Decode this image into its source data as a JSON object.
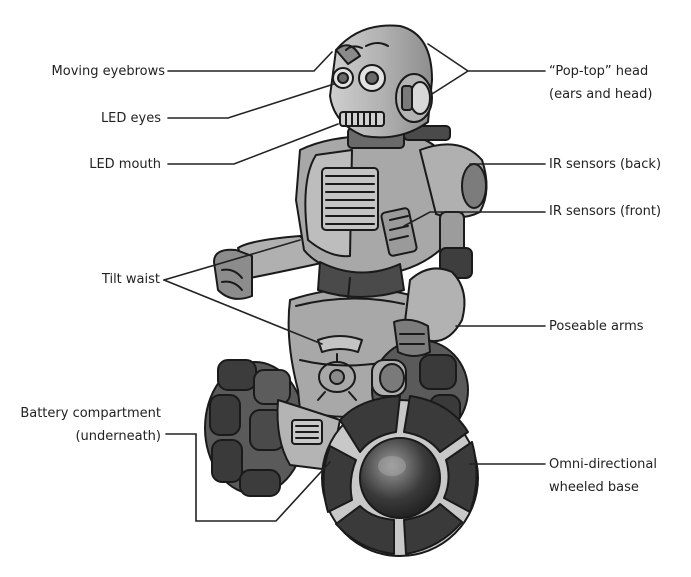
{
  "labels": {
    "moving_eyebrows": "Moving eyebrows",
    "led_eyes": "LED eyes",
    "led_mouth": "LED mouth",
    "tilt_waist": "Tilt waist",
    "battery_line1": "Battery compartment",
    "battery_line2": "(underneath)",
    "pop_top_line1": "“Pop-top” head",
    "pop_top_line2": "(ears and head)",
    "ir_back": "IR sensors (back)",
    "ir_front": "IR sensors (front)",
    "poseable_arms": "Poseable arms",
    "omni_line1": "Omni-directional",
    "omni_line2": "wheeled base"
  },
  "colors": {
    "outline": "#1a1a1a",
    "body_light": "#b8b8b8",
    "body_mid": "#9a9a9a",
    "body_dark": "#4a4a4a",
    "leader_line": "#222222"
  }
}
